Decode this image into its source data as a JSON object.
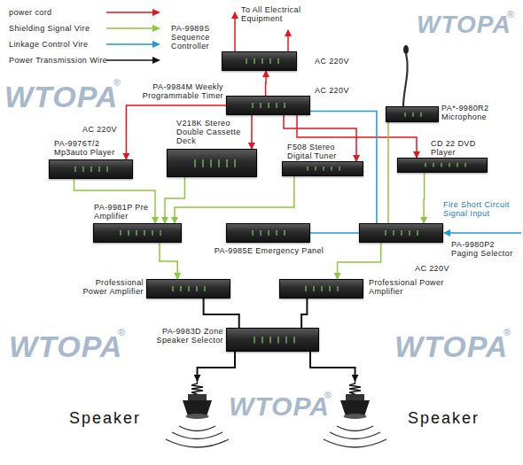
{
  "diagram": {
    "nodes": [
      {
        "text": [
          "PA-9989S Sequence Controller"
        ]
      },
      {
        "text": [
          "PA-9984M Weekly Programmable Timer"
        ]
      },
      {
        "text": [
          "PA*-9980R2 Microphone"
        ]
      },
      {
        "text": [
          "PA-9976T/2 Mp3auto Player"
        ]
      },
      {
        "text": [
          "V218K Stereo Double Cassette Deck"
        ]
      },
      {
        "text": [
          "F508 Stereo Digital Tuner"
        ]
      },
      {
        "text": [
          "CD 22 DVD Player"
        ]
      },
      {
        "text": [
          "PA-9981P Pre Amplifier"
        ]
      },
      {
        "text": [
          "PA-9985E Emergency Panel"
        ]
      },
      {
        "text": [
          "PA-9980P2 Paging Selector"
        ]
      },
      {
        "text": [
          "Professional Power Amplifier"
        ]
      },
      {
        "text": [
          "Professional Power Amplifier"
        ]
      },
      {
        "text": [
          "PA-9983D Zone Speaker Selector"
        ]
      },
      {
        "text": [
          "Speaker"
        ]
      },
      {
        "text": [
          "Speaker"
        ]
      }
    ],
    "edges": [
      {
        "from": 1,
        "to": 0,
        "arrow": "to"
      },
      {
        "from": 1,
        "to": 3,
        "arrow": "to"
      },
      {
        "from": 1,
        "to": 4,
        "arrow": "to"
      },
      {
        "from": 1,
        "to": 5,
        "arrow": "to"
      },
      {
        "from": 1,
        "to": 6,
        "arrow": "to"
      },
      {
        "from": 2,
        "to": 9,
        "arrow": "none"
      },
      {
        "from": 3,
        "to": 7,
        "arrow": "to"
      },
      {
        "from": 4,
        "to": 7,
        "arrow": "to"
      },
      {
        "from": 5,
        "to": 7,
        "arrow": "to"
      },
      {
        "from": 6,
        "to": 9,
        "arrow": "to"
      },
      {
        "from": 1,
        "to": 9,
        "arrow": "none"
      },
      {
        "from": 8,
        "to": 9,
        "arrow": "none"
      },
      {
        "from": 7,
        "to": 10,
        "arrow": "to"
      },
      {
        "from": 9,
        "to": 11,
        "arrow": "to"
      },
      {
        "from": 10,
        "to": 12,
        "arrow": "none"
      },
      {
        "from": 11,
        "to": 12,
        "arrow": "none"
      },
      {
        "from": 12,
        "to": 13,
        "arrow": "to"
      },
      {
        "from": 12,
        "to": 14,
        "arrow": "to"
      }
    ],
    "labels": [
      "To All Electrical Equipment",
      "AC 220V",
      "AC 220V",
      "AC 220V",
      "Fire Short Circuit Signal Input",
      "AC 220V",
      "WTOPA",
      "®",
      "WTOPA",
      "®",
      "WTOPA",
      "®",
      "WTOPA",
      "®",
      "WTOPA",
      "®"
    ],
    "legend": [
      {
        "text": "power cord",
        "color": "#e8141c"
      },
      {
        "text": "Shielding Signal Vire",
        "color": "#8dc63f"
      },
      {
        "text": "Linkage Control Vire",
        "color": "#1e9ad6"
      },
      {
        "text": "Power Transmission Wire",
        "color": "#111111"
      }
    ]
  }
}
